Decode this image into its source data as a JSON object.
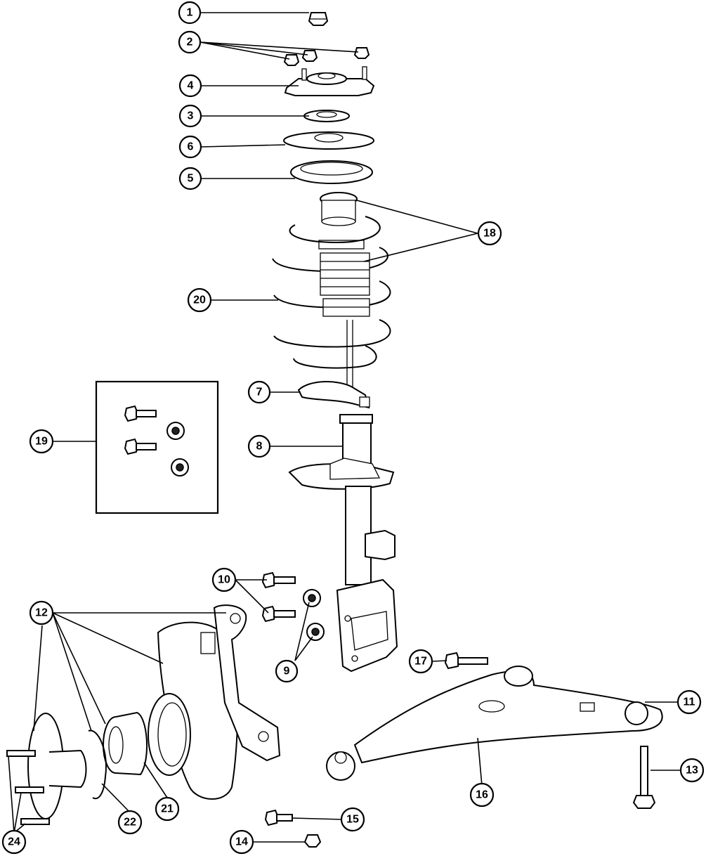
{
  "diagram": {
    "callouts": {
      "c1": "1",
      "c2": "2",
      "c3": "3",
      "c4": "4",
      "c5": "5",
      "c6": "6",
      "c7": "7",
      "c8": "8",
      "c9": "9",
      "c10": "10",
      "c11": "11",
      "c12": "12",
      "c13": "13",
      "c14": "14",
      "c15": "15",
      "c16": "16",
      "c17": "17",
      "c18": "18",
      "c19": "19",
      "c20": "20",
      "c21": "21",
      "c22": "22",
      "c24": "24"
    },
    "colors": {
      "line": "#000000",
      "background": "#ffffff"
    }
  }
}
